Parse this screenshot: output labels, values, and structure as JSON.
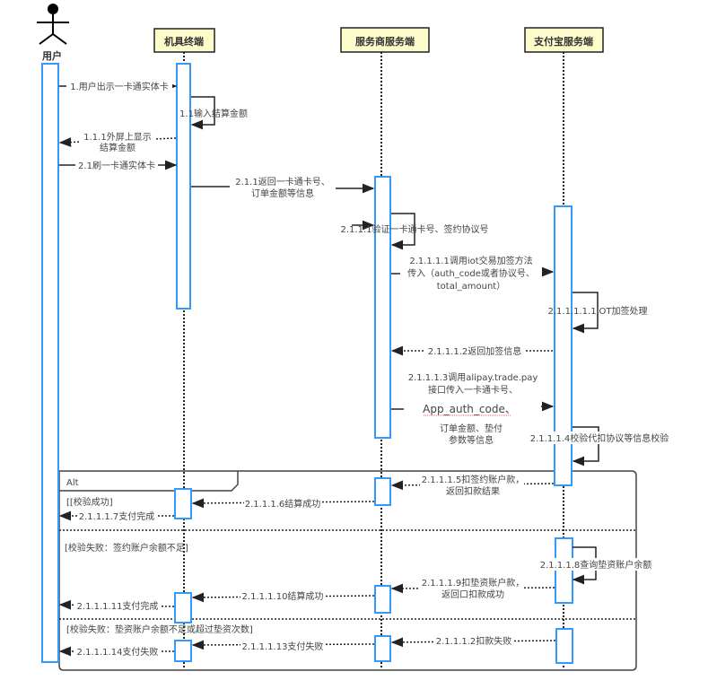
{
  "diagram": {
    "type": "sequence",
    "actor": {
      "label": "用户"
    },
    "participants": [
      {
        "id": "terminal",
        "label": "机具终端"
      },
      {
        "id": "merchant",
        "label": "服务商服务端"
      },
      {
        "id": "alipay",
        "label": "支付宝服务端"
      }
    ],
    "messages": {
      "m1": "1.用户出示一卡通实体卡",
      "m1_1": "1.1输入结算金额",
      "m1_1_1a": "1.1.1外屏上显示",
      "m1_1_1b": "结算金额",
      "m2_1": "2.1刷一卡通实体卡",
      "m2_1_1a": "2.1.1返回一卡通卡号、",
      "m2_1_1b": "订单金额等信息",
      "m2_1_1_1": "2.1.1.1验证一卡通卡号、签约协议号",
      "m2_1_1_1_1a": "2.1.1.1.1调用iot交易加签方法",
      "m2_1_1_1_1b": "传入（auth_code或者协议号、",
      "m2_1_1_1_1c": "total_amount）",
      "m2_1_1_1_1_1": "2.1.1.1.1.1IOT加签处理",
      "m2_1_1_1_2": "2.1.1.1.2返回加签信息",
      "m2_1_1_1_3a": "2.1.1.1.3调用alipay.trade.pay",
      "m2_1_1_1_3b": "接口传入一卡通卡号、",
      "m2_1_1_1_3c": "App_auth_code、",
      "m2_1_1_1_3d": "订单金额、垫付",
      "m2_1_1_1_3e": "参数等信息",
      "m2_1_1_1_4": "2.1.1.1.4校验代扣协议等信息校验",
      "m2_1_1_1_5a": "2.1.1.1.5扣签约账户款，",
      "m2_1_1_1_5b": "返回扣款结果",
      "m2_1_1_1_6": "2.1.1.1.6结算成功",
      "m2_1_1_1_7": "2.1.1.1.7支付完成",
      "m2_1_1_1_8": "2.1.1.1.8查询垫资账户余额",
      "m2_1_1_1_9a": "2.1.1.1.9扣垫资账户款，",
      "m2_1_1_1_9b": "返回口扣款成功",
      "m2_1_1_1_10": "2.1.1.1.10结算成功",
      "m2_1_1_1_11": "2.1.1.1.11支付完成",
      "m2_1_1_1_12": "2.1.1.1.2扣款失败",
      "m2_1_1_1_13": "2.1.1.1.13支付失败",
      "m2_1_1_1_14": "2.1.1.1.14支付失败"
    },
    "fragment": {
      "operator": "Alt",
      "guards": [
        "[[校验成功]",
        "[校验失败：签约账户余额不足]",
        "[校验失败：垫资账户余额不足或超过垫资次数]"
      ]
    },
    "colors": {
      "header_fill": "#fffccc",
      "activation_stroke": "#3399ff",
      "line": "#333333"
    }
  }
}
